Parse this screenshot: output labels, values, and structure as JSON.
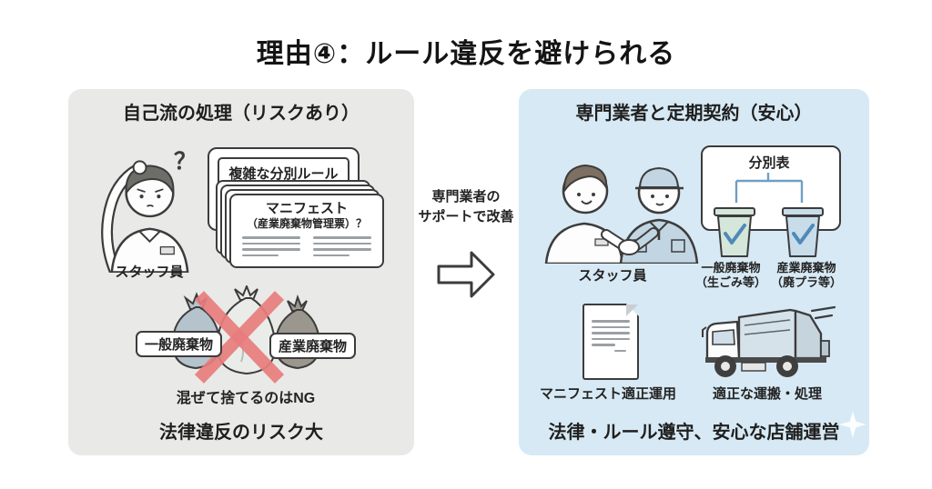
{
  "title": "理由④：ルール違反を避けられる",
  "left": {
    "header": "自己流の処理（リスクあり）",
    "question_mark": "？",
    "staff_label": "スタッフ員",
    "rule_card": "複雑な分別ルール",
    "manifest_card": {
      "line1": "マニフェスト",
      "line2": "（産業廃棄物管理票）？"
    },
    "bag_labels": {
      "general": "一般廃棄物",
      "industrial": "産業廃棄物"
    },
    "ng_caption": "混ぜて捨てるのはNG",
    "footer": "法律違反のリスク大"
  },
  "middle": {
    "line1": "専門業者の",
    "line2": "サポートで改善"
  },
  "right": {
    "header": "専門業者と定期契約（安心）",
    "staff_label": "スタッフ員",
    "sorting": {
      "title": "分別表",
      "bin_general": {
        "line1": "一般廃棄物",
        "line2": "（生ごみ等）"
      },
      "bin_industrial": {
        "line1": "産業廃棄物",
        "line2": "（廃プラ等）"
      }
    },
    "manifest_label": "マニフェスト適正運用",
    "truck_label": "適正な運搬・処理",
    "footer": "法律・ルール遵守、安心な店舗運営"
  },
  "colors": {
    "left_panel_bg": "#e9e9e7",
    "right_panel_bg": "#d7e9f4",
    "x_mark": "#e87d7d",
    "check_blue": "#4f8ab8",
    "bracket_blue": "#6f9fc4",
    "outline": "#3c3c3c",
    "bag_general": "#b5c3cc",
    "bag_mixed": "#eaece9",
    "bag_industrial": "#9b968e",
    "bin_general_fill": "#d5e6db",
    "bin_industrial_fill": "#c8dcea",
    "uniform_blue": "#c2d5e2"
  }
}
